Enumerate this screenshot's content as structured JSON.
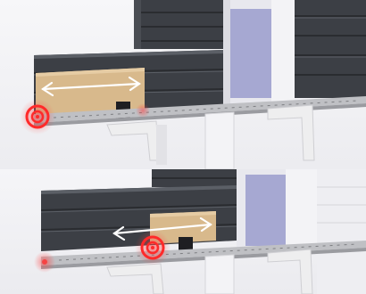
{
  "colors": {
    "siding_dark": "#3c3f45",
    "siding_line": "#2a2c30",
    "siding_highlight": "#5b5f66",
    "wall_blue": "#a6a8d2",
    "wall_light": "#e8e8ee",
    "trim_white": "#f3f3f6",
    "board_tan": "#d8b98c",
    "ledger_gray": "#bfc0c4",
    "bracket_white": "#eeeeef",
    "clamp_black": "#1e1e22",
    "marker_red": "#ff2a2a",
    "arrow_white": "#ffffff"
  },
  "scenes": [
    {
      "id": "top",
      "description": "siding-installation-step-1",
      "arrow": "double-headed-horizontal-arrow",
      "marker": "red-target-marker-left"
    },
    {
      "id": "bottom",
      "description": "siding-installation-step-2",
      "arrow": "double-headed-horizontal-arrow",
      "marker": "red-target-marker-center"
    }
  ]
}
